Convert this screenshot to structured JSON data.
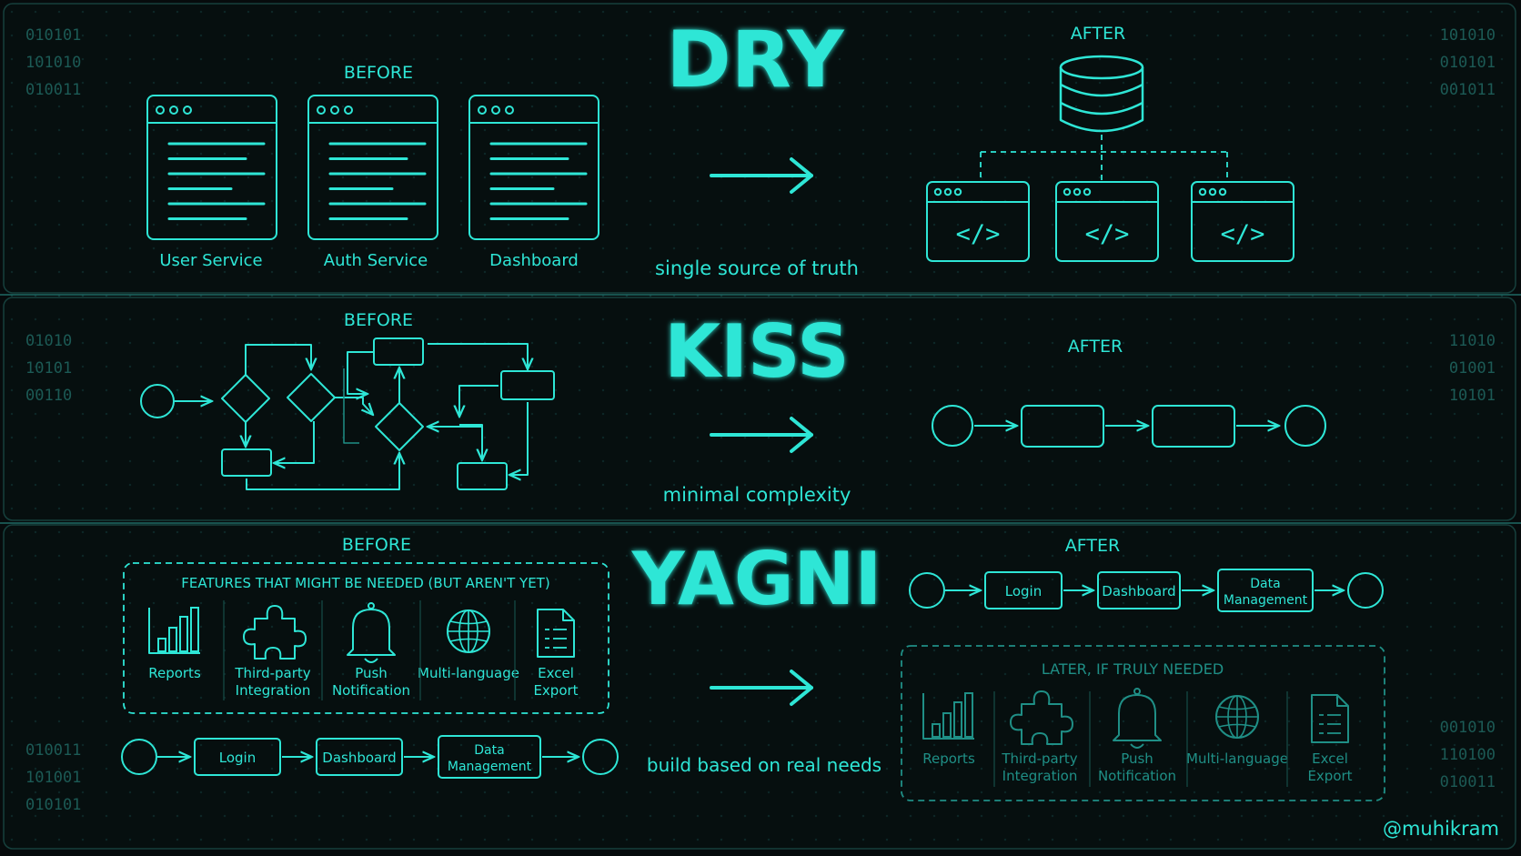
{
  "colors": {
    "accent": "#2ee6d6",
    "accent_dim": "#1f8f86",
    "binary": "#1c5a55",
    "background": "#060b0c"
  },
  "dry": {
    "title": "DRY",
    "before_label": "BEFORE",
    "after_label": "AFTER",
    "subtitle": "single source of truth",
    "services": [
      "User Service",
      "Auth Service",
      "Dashboard"
    ],
    "code_glyph": "</>",
    "icons": [
      "browser-window-icon",
      "database-icon",
      "code-window-icon"
    ]
  },
  "kiss": {
    "title": "KISS",
    "before_label": "BEFORE",
    "after_label": "AFTER",
    "subtitle": "minimal complexity"
  },
  "yagni": {
    "title": "YAGNI",
    "before_label": "BEFORE",
    "after_label": "AFTER",
    "subtitle": "build based on real needs",
    "features_box_title": "FEATURES THAT MIGHT BE NEEDED (BUT AREN'T YET)",
    "later_box_title": "LATER, IF TRULY NEEDED",
    "features": [
      {
        "line1": "Reports",
        "line2": "",
        "icon": "bar-chart-icon"
      },
      {
        "line1": "Third-party",
        "line2": "Integration",
        "icon": "puzzle-icon"
      },
      {
        "line1": "Push",
        "line2": "Notification",
        "icon": "bell-icon"
      },
      {
        "line1": "Multi-language",
        "line2": "",
        "icon": "globe-icon"
      },
      {
        "line1": "Excel",
        "line2": "Export",
        "icon": "document-icon"
      }
    ],
    "flow": [
      {
        "line1": "Login",
        "line2": ""
      },
      {
        "line1": "Dashboard",
        "line2": ""
      },
      {
        "line1": "Data",
        "line2": "Management"
      }
    ]
  },
  "binary": {
    "dry_left": [
      "010101",
      "101010",
      "010011"
    ],
    "dry_right": [
      "101010",
      "010101",
      "001011"
    ],
    "kiss_left": [
      "01010",
      "10101",
      "00110"
    ],
    "kiss_right": [
      "11010",
      "01001",
      "10101"
    ],
    "yagni_left": [
      "010011",
      "101001",
      "010101"
    ],
    "yagni_right": [
      "001010",
      "110100",
      "010011"
    ]
  },
  "credit": "@muhikram"
}
